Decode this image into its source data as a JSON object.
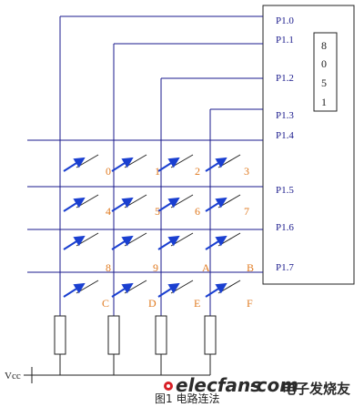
{
  "chip": {
    "pins": [
      "P1.0",
      "P1.1",
      "P1.2",
      "P1.3",
      "P1.4",
      "P1.5",
      "P1.6",
      "P1.7"
    ],
    "label_chars": [
      "8",
      "0",
      "5",
      "1"
    ]
  },
  "keys": [
    "0",
    "1",
    "2",
    "3",
    "4",
    "5",
    "6",
    "7",
    "8",
    "9",
    "A",
    "B",
    "C",
    "D",
    "E",
    "F"
  ],
  "vcc_label": "Vcc",
  "caption": "图1 电路连法",
  "watermark": {
    "main": "elecfans",
    "domain": "·com",
    "sub": "电子发烧友"
  },
  "colors": {
    "wire": "#1a1a8c",
    "switch": "#1a3fd0",
    "key_label": "#e07a20",
    "box": "#222222"
  }
}
